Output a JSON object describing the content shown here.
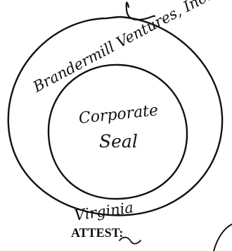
{
  "seal": {
    "company_name": "Brandermill Ventures, Inc.",
    "center_line_1": "Corporate",
    "center_line_2": "Seal",
    "state": "Virginia"
  },
  "attest_label": "ATTEST:"
}
